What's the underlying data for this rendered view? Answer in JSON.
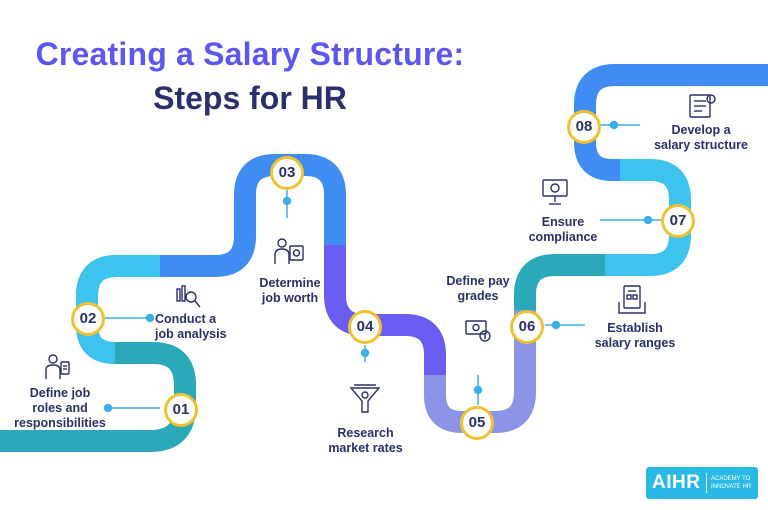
{
  "title": {
    "line1": "Creating a Salary Structure:",
    "line2": "Steps for HR"
  },
  "steps": [
    {
      "number": "01",
      "label": "Define job roles and responsibilities",
      "icon": "person-roles-icon"
    },
    {
      "number": "02",
      "label": "Conduct a job analysis",
      "icon": "analysis-magnifier-icon"
    },
    {
      "number": "03",
      "label": "Determine job worth",
      "icon": "job-worth-icon"
    },
    {
      "number": "04",
      "label": "Research market rates",
      "icon": "market-research-funnel-icon"
    },
    {
      "number": "05",
      "label": "Define pay grades",
      "icon": "pay-grades-icon"
    },
    {
      "number": "06",
      "label": "Establish salary ranges",
      "icon": "salary-ranges-icon"
    },
    {
      "number": "07",
      "label": "Ensure compliance",
      "icon": "compliance-presentation-icon"
    },
    {
      "number": "08",
      "label": "Develop a salary structure",
      "icon": "salary-structure-document-icon"
    }
  ],
  "step_lines": {
    "s01": [
      "Define job",
      "roles and",
      "responsibilities"
    ],
    "s02": [
      "Conduct a",
      "job analysis"
    ],
    "s03": [
      "Determine",
      "job worth"
    ],
    "s04": [
      "Research",
      "market rates"
    ],
    "s05": [
      "Define pay",
      "grades"
    ],
    "s06": [
      "Establish",
      "salary ranges"
    ],
    "s07": [
      "Ensure",
      "compliance"
    ],
    "s08": [
      "Develop a",
      "salary structure"
    ]
  },
  "logo": {
    "main": "AIHR",
    "sub_line1": "ACADEMY TO",
    "sub_line2": "INNOVATE HR"
  },
  "colors": {
    "title_accent": "#5b57f0",
    "title_dark": "#2b2f6b",
    "road_teal": "#2aa9b8",
    "road_sky": "#3cc3ee",
    "road_blue": "#3f8cf2",
    "road_purple": "#6a5cf0",
    "road_lavender": "#8b93e6",
    "badge_border": "#f0c233",
    "connector": "#3bb0e8"
  }
}
